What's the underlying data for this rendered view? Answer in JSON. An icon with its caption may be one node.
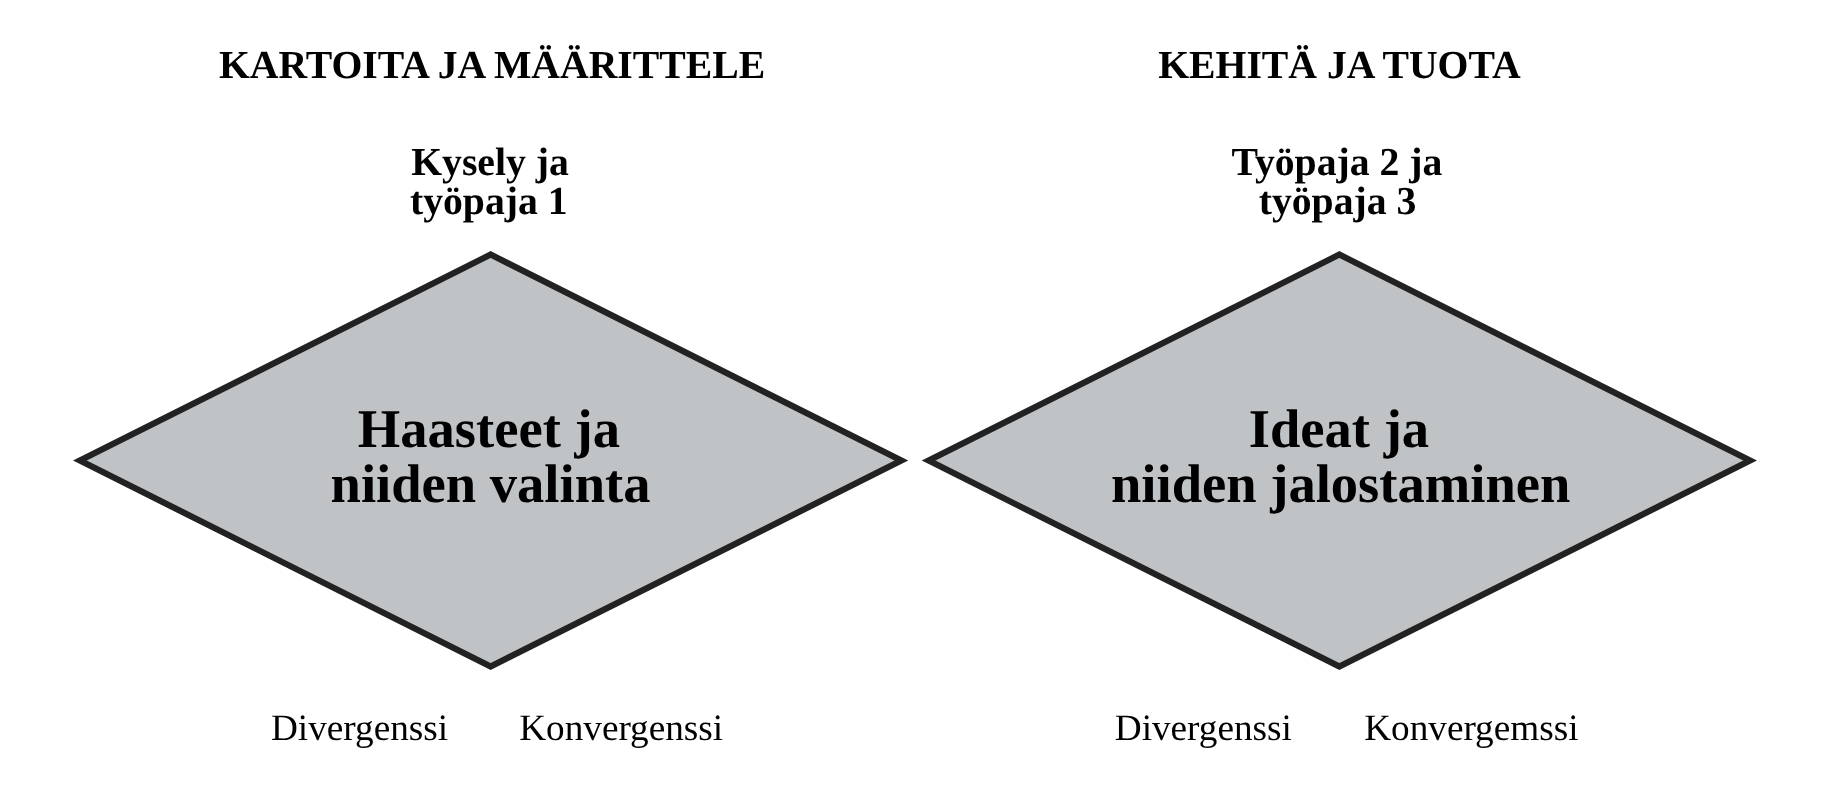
{
  "diagram": {
    "nodes": [
      {
        "text": [
          "Haasteet ja niiden valinta"
        ],
        "beside": [
          "KARTOITA JA MÄÄRITTELE",
          "Kysely ja työpaja 1",
          "Divergenssi",
          "Konvergenssi"
        ]
      },
      {
        "text": [
          "Ideat ja niiden jalostaminen"
        ],
        "beside": [
          "KEHITÄ JA TUOTA",
          "Työpaja 2 ja työpaja 3",
          "Divergenssi",
          "Konvergemssi"
        ]
      }
    ],
    "edges": []
  }
}
